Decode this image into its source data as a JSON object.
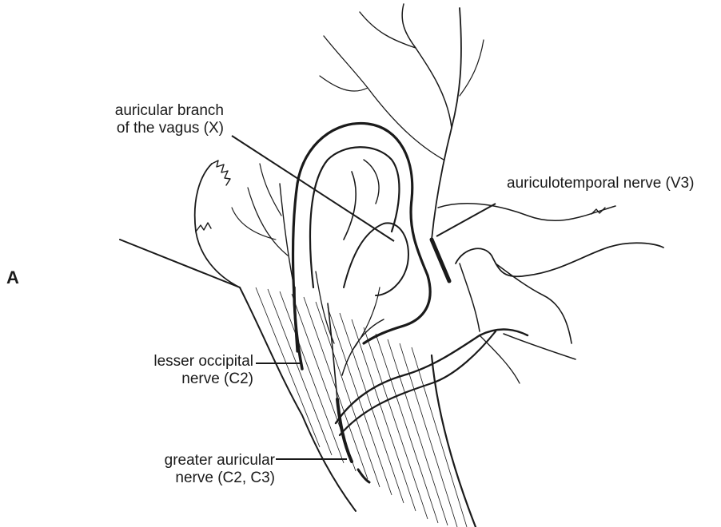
{
  "panel_letter": "A",
  "labels": {
    "vagus": [
      "auricular branch",
      "of the vagus (X)"
    ],
    "auriculotemporal": [
      "auriculotemporal nerve (V3)"
    ],
    "lesser_occipital": [
      "lesser occipital",
      "nerve (C2)"
    ],
    "greater_auricular": [
      "greater auricular",
      "nerve (C2, C3)"
    ]
  },
  "colors": {
    "ink": "#1a1a1a",
    "background": "#ffffff"
  }
}
